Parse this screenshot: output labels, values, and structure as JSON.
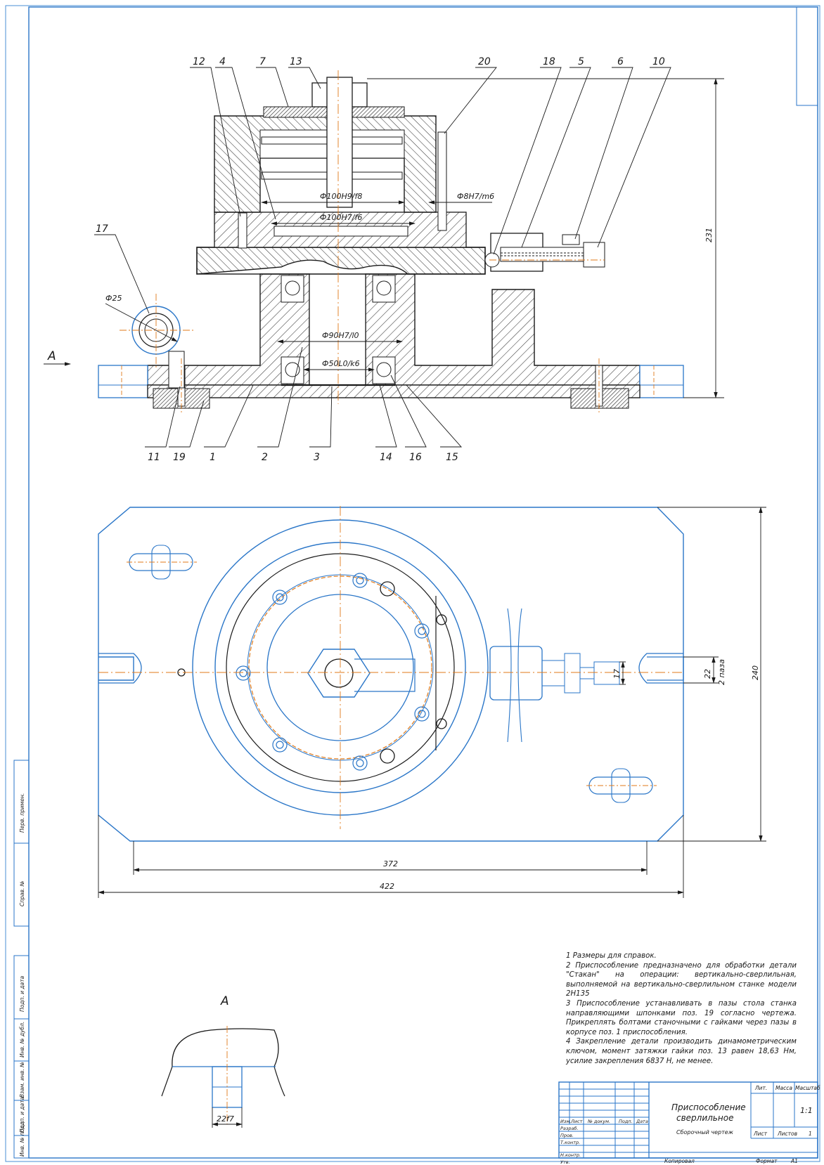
{
  "drawing": {
    "view_marker": "A",
    "section_title": "A",
    "leaders": [
      "12",
      "4",
      "7",
      "13",
      "20",
      "18",
      "5",
      "6",
      "10",
      "17",
      "11",
      "19",
      "1",
      "2",
      "3",
      "14",
      "16",
      "15"
    ],
    "dimensions": {
      "bore_top": "Ф100H9/f8",
      "bore_mid": "Ф100H7/f6",
      "pin_fit": "Ф8H7/m6",
      "bearing_outer": "Ф90H7/l0",
      "bearing_inner": "Ф50L0/k6",
      "eye_diameter": "Ф25",
      "height_total": "231",
      "plan_height": "240",
      "plan_width_inner": "372",
      "plan_width_outer": "422",
      "slot_width": "22",
      "slot_note": "2 паза",
      "screw_dim": "17",
      "key_fit": "22f7"
    }
  },
  "notes": [
    "1 Размеры для справок.",
    "2 Приспособление предназначено для обработки детали \"Стакан\" на операции: вертикально-сверлильная, выполняемой на вертикально-сверлильном станке модели 2Н135",
    "3 Приспособление устанавливать в пазы стола станка направляющими шпонками поз. 19 согласно чертежа. Прикреплять болтами станочными с гайками через пазы в корпусе поз. 1 приспособления.",
    "4 Закрепление детали производить динамометрическим ключом, момент затяжки гайки поз. 13 равен 18,63 Нм, усилие закрепления 6837 Н, не менее."
  ],
  "title_block": {
    "title_line1": "Приспособление",
    "title_line2": "сверлильное",
    "subtitle": "Сборочный чертеж",
    "col_lit": "Лит.",
    "col_mass": "Масса",
    "col_scale": "Масштаб",
    "scale_value": "1:1",
    "sheet_label": "Лист",
    "sheets_label": "Листов",
    "sheets_value": "1",
    "rows": [
      "Изм.",
      "Лист",
      "№ докум.",
      "Подп.",
      "Дата"
    ],
    "roles": [
      "Разраб.",
      "Пров.",
      "Т.контр.",
      "",
      "Н.контр.",
      "Утв."
    ],
    "copied": "Копировал",
    "format_label": "Формат",
    "format_value": "А1"
  },
  "side_stamps": [
    "Перв. примен.",
    "Справ. №",
    "Подп. и дата",
    "Инв. № дубл.",
    "Взам. инв. №",
    "Подп. и дата",
    "Инв. № подл."
  ]
}
